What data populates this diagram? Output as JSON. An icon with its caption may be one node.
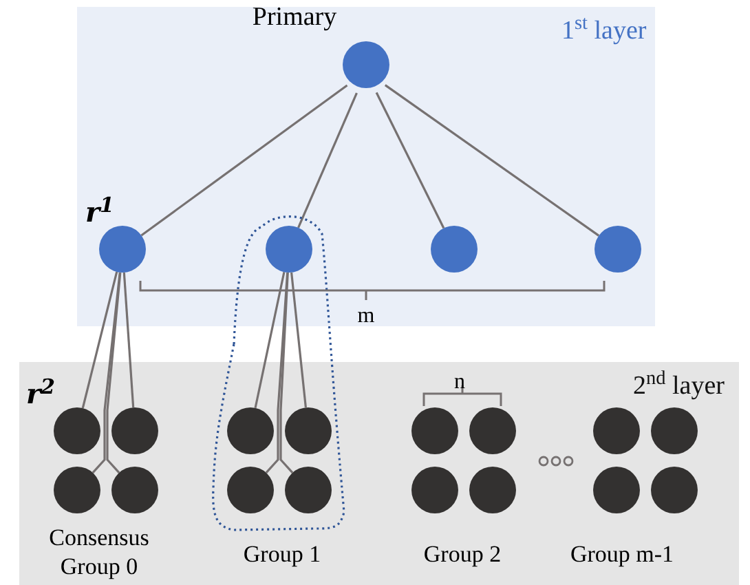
{
  "diagram": {
    "nodes": [
      {
        "text": [
          "1$^{st}$ layer"
        ]
      },
      {
        "text": [
          "2$^{nd}$ layer"
        ]
      },
      {
        "text": [
          "Primary"
        ],
        "in": 0
      },
      {
        "text": [],
        "shape": "circle",
        "in": 0,
        "beside": [
          "r$^{1}$"
        ]
      },
      {
        "text": [],
        "shape": "circle",
        "in": 0
      },
      {
        "text": [],
        "shape": "circle",
        "in": 0
      },
      {
        "text": [],
        "shape": "circle",
        "in": 0
      },
      {
        "text": [],
        "shape": "circle",
        "in": 1,
        "beside": [
          "r$^{2}$"
        ]
      },
      {
        "text": [],
        "shape": "circle",
        "in": 1
      },
      {
        "text": [],
        "shape": "circle",
        "in": 1
      },
      {
        "text": [],
        "shape": "circle",
        "in": 1
      },
      {
        "text": [],
        "shape": "circle",
        "in": 1
      },
      {
        "text": [],
        "shape": "circle",
        "in": 1
      },
      {
        "text": [],
        "shape": "circle",
        "in": 1
      },
      {
        "text": [],
        "shape": "circle",
        "in": 1
      },
      {
        "text": [],
        "shape": "circle",
        "in": 1
      },
      {
        "text": [],
        "shape": "circle",
        "in": 1
      },
      {
        "text": [],
        "shape": "circle",
        "in": 1
      },
      {
        "text": [],
        "shape": "circle",
        "in": 1
      },
      {
        "text": [],
        "shape": "circle",
        "in": 1
      },
      {
        "text": [],
        "shape": "circle",
        "in": 1
      },
      {
        "text": [],
        "shape": "circle",
        "in": 1
      },
      {
        "text": [],
        "shape": "circle",
        "in": 1
      }
    ],
    "edges": [
      {
        "from": 2,
        "to": 3,
        "arrow": "none"
      },
      {
        "from": 2,
        "to": 4,
        "arrow": "none"
      },
      {
        "from": 2,
        "to": 5,
        "arrow": "none"
      },
      {
        "from": 2,
        "to": 6,
        "arrow": "none"
      },
      {
        "from": 3,
        "to": 7,
        "arrow": "none"
      },
      {
        "from": 3,
        "to": 8,
        "arrow": "none"
      },
      {
        "from": 3,
        "to": 9,
        "arrow": "none"
      },
      {
        "from": 3,
        "to": 10,
        "arrow": "none"
      },
      {
        "from": 4,
        "to": 11,
        "arrow": "none"
      },
      {
        "from": 4,
        "to": 12,
        "arrow": "none"
      },
      {
        "from": 4,
        "to": 13,
        "arrow": "none"
      },
      {
        "from": 4,
        "to": 14,
        "arrow": "none"
      }
    ],
    "labels": [
      "m",
      "n",
      "Consensus Group 0",
      "Group 1",
      "Group 2",
      "Group m-1"
    ]
  }
}
